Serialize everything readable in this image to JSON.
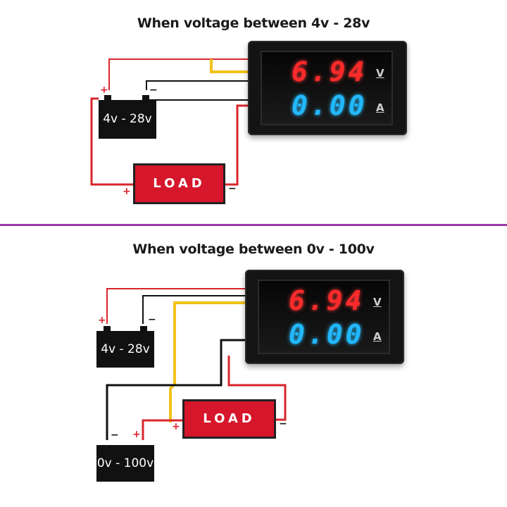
{
  "diagram1": {
    "title": "When voltage  between 4v - 28v",
    "meter": {
      "voltage_reading": "6.94",
      "current_reading": "0.00",
      "voltage_unit": "V",
      "current_unit": "A"
    },
    "battery_label": "4v - 28v",
    "load_label": "LOAD",
    "plus": "+",
    "minus": "−"
  },
  "diagram2": {
    "title": "When voltage  between 0v - 100v",
    "meter": {
      "voltage_reading": "6.94",
      "current_reading": "0.00",
      "voltage_unit": "V",
      "current_unit": "A"
    },
    "battery1_label": "4v - 28v",
    "battery2_label": "0v - 100v",
    "load_label": "LOAD",
    "plus": "+",
    "minus": "−"
  },
  "colors": {
    "red_wire": "#d9262b",
    "black_wire": "#111111",
    "yellow_wire": "#f2c21a",
    "divider": "#9b3aa6"
  }
}
